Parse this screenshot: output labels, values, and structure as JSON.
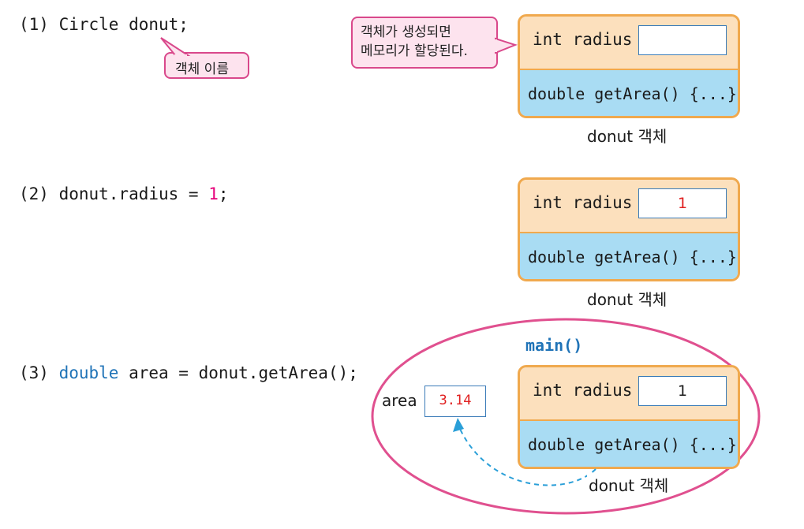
{
  "steps": [
    {
      "code": "(1) Circle donut;",
      "object": {
        "field_label": "int radius",
        "field_value": "",
        "method_label": "double getArea() {...}",
        "caption": "donut 객체"
      },
      "callout_name": "객체 이름",
      "callout_alloc_line1": "객체가 생성되면",
      "callout_alloc_line2": "메모리가 할당된다."
    },
    {
      "code_prefix": "(2) donut.radius = ",
      "code_value": "1",
      "code_suffix": ";",
      "object": {
        "field_label": "int radius",
        "field_value": "1",
        "method_label": "double getArea() {...}",
        "caption": "donut 객체"
      }
    },
    {
      "code_prefix": "(3) ",
      "code_keyword": "double",
      "code_suffix": " area = donut.getArea();",
      "scope_label": "main()",
      "area_label": "area",
      "area_value": "3.14",
      "object": {
        "field_label": "int radius",
        "field_value": "1",
        "method_label": "double getArea() {...}",
        "caption": "donut 객체"
      }
    }
  ],
  "colors": {
    "object_border": "#f0a94e",
    "field_bg": "#fce0bd",
    "method_bg": "#a9dcf3",
    "callout_bg": "#fde3ee",
    "callout_border": "#d9488b",
    "scope_ellipse": "#e0508f",
    "value_red": "#e02020",
    "keyword_blue": "#1f73b7",
    "arrow_blue": "#2a9fd8"
  }
}
